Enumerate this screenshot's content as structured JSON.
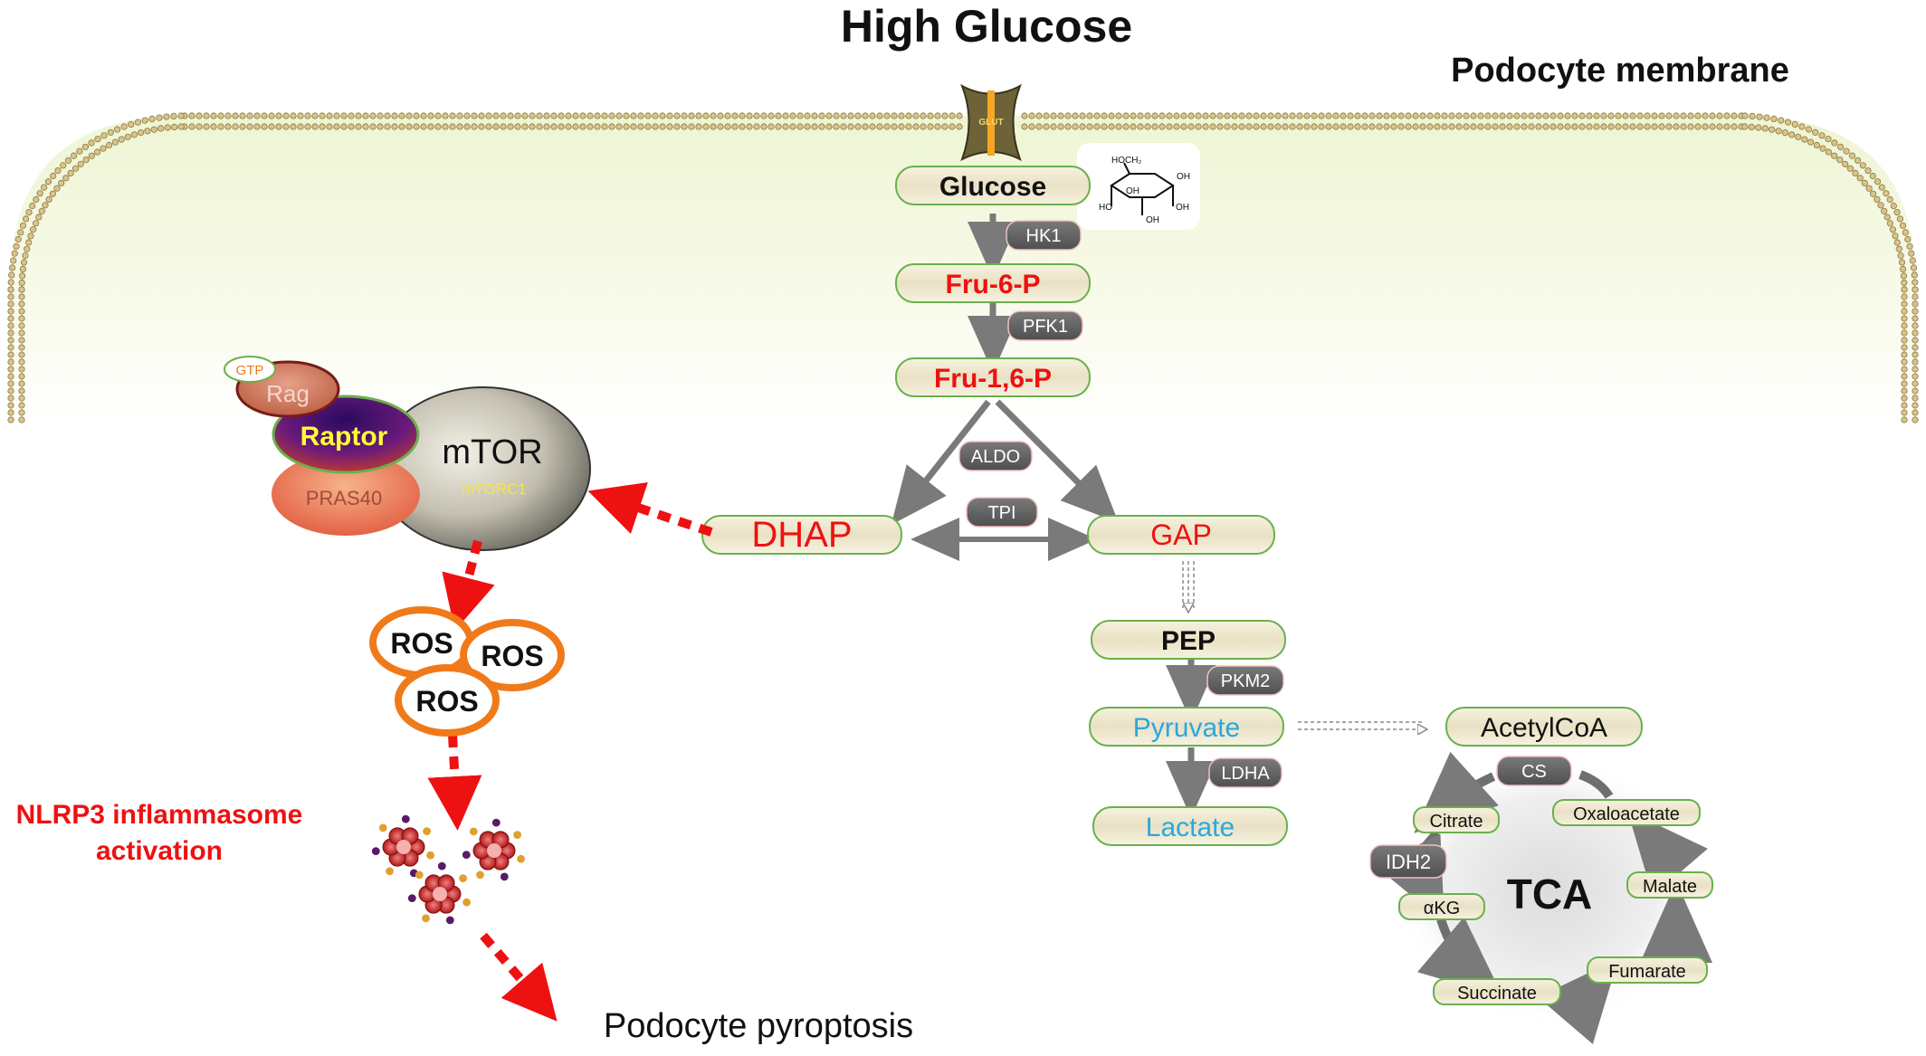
{
  "title": "High Glucose",
  "membrane_label": "Podocyte membrane",
  "transporter_label": "GLUT",
  "structure_labels": {
    "hoch2": "HOCH₂",
    "oh1": "OH",
    "oh2": "OH",
    "ho": "HO",
    "oh3": "OH",
    "oh4": "OH"
  },
  "metabolites": {
    "glucose": "Glucose",
    "f6p": "Fru-6-P",
    "f16p": "Fru-1,6-P",
    "dhap": "DHAP",
    "gap": "GAP",
    "pep": "PEP",
    "pyruvate": "Pyruvate",
    "lactate": "Lactate",
    "acetylcoa": "AcetylCoA"
  },
  "enzymes": {
    "hk1": "HK1",
    "pfk1": "PFK1",
    "aldo": "ALDO",
    "tpi": "TPI",
    "pkm2": "PKM2",
    "ldha": "LDHA",
    "cs": "CS",
    "idh2": "IDH2"
  },
  "tca": {
    "center": "TCA",
    "citrate": "Citrate",
    "akg": "αKG",
    "succinate": "Succinate",
    "fumarate": "Fumarate",
    "malate": "Malate",
    "oxaloacetate": "Oxaloacetate"
  },
  "mtor_complex": {
    "gtp": "GTP",
    "rag": "Rag",
    "raptor": "Raptor",
    "mtor": "mTOR",
    "mtorc1": "mTORC1",
    "pras40": "PRAS40"
  },
  "ros": [
    "ROS",
    "ROS",
    "ROS"
  ],
  "inflammasome_line1": "NLRP3 inflammasome",
  "inflammasome_line2": "activation",
  "outcome": "Podocyte pyroptosis",
  "colors": {
    "red": "#ee1111",
    "blue": "#29a8df",
    "node_fill": "#ece6cc",
    "node_border": "#6ab04c",
    "enzyme_fill": "#636363",
    "ros_ring": "#f07a1a",
    "arrow_gray": "#7a7a7a"
  }
}
